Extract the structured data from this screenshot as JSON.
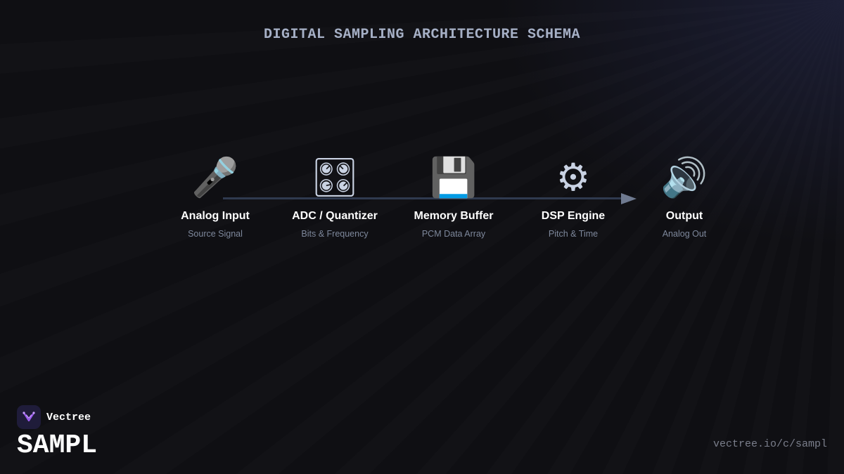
{
  "title": "DIGITAL SAMPLING ARCHITECTURE SCHEMA",
  "nodes": [
    {
      "icon": "microphone-icon",
      "glyph": "🎤",
      "label": "Analog Input",
      "sublabel": "Source Signal"
    },
    {
      "icon": "control-knobs-icon",
      "glyph": "🎛",
      "label": "ADC / Quantizer",
      "sublabel": "Bits & Frequency"
    },
    {
      "icon": "floppy-disk-icon",
      "glyph": "💾",
      "label": "Memory Buffer",
      "sublabel": "PCM Data Array"
    },
    {
      "icon": "gear-icon",
      "glyph": "⚙",
      "label": "DSP Engine",
      "sublabel": "Pitch & Time"
    },
    {
      "icon": "speaker-icon",
      "glyph": "🔊",
      "label": "Output",
      "sublabel": "Analog Out"
    }
  ],
  "brand": {
    "name": "Vectree",
    "product": "SAMPL",
    "logo_icon": "vectree-logo-icon"
  },
  "footer": {
    "url": "vectree.io/c/sampl"
  },
  "colors": {
    "background": "#0f0f13",
    "title": "#a6b0c6",
    "line": "#2f3a4f",
    "arrow": "#6f7a90",
    "sublabel": "#7e889c",
    "logo_bg": "#1f1c3a",
    "logo_accent": "#9b5cf0"
  }
}
